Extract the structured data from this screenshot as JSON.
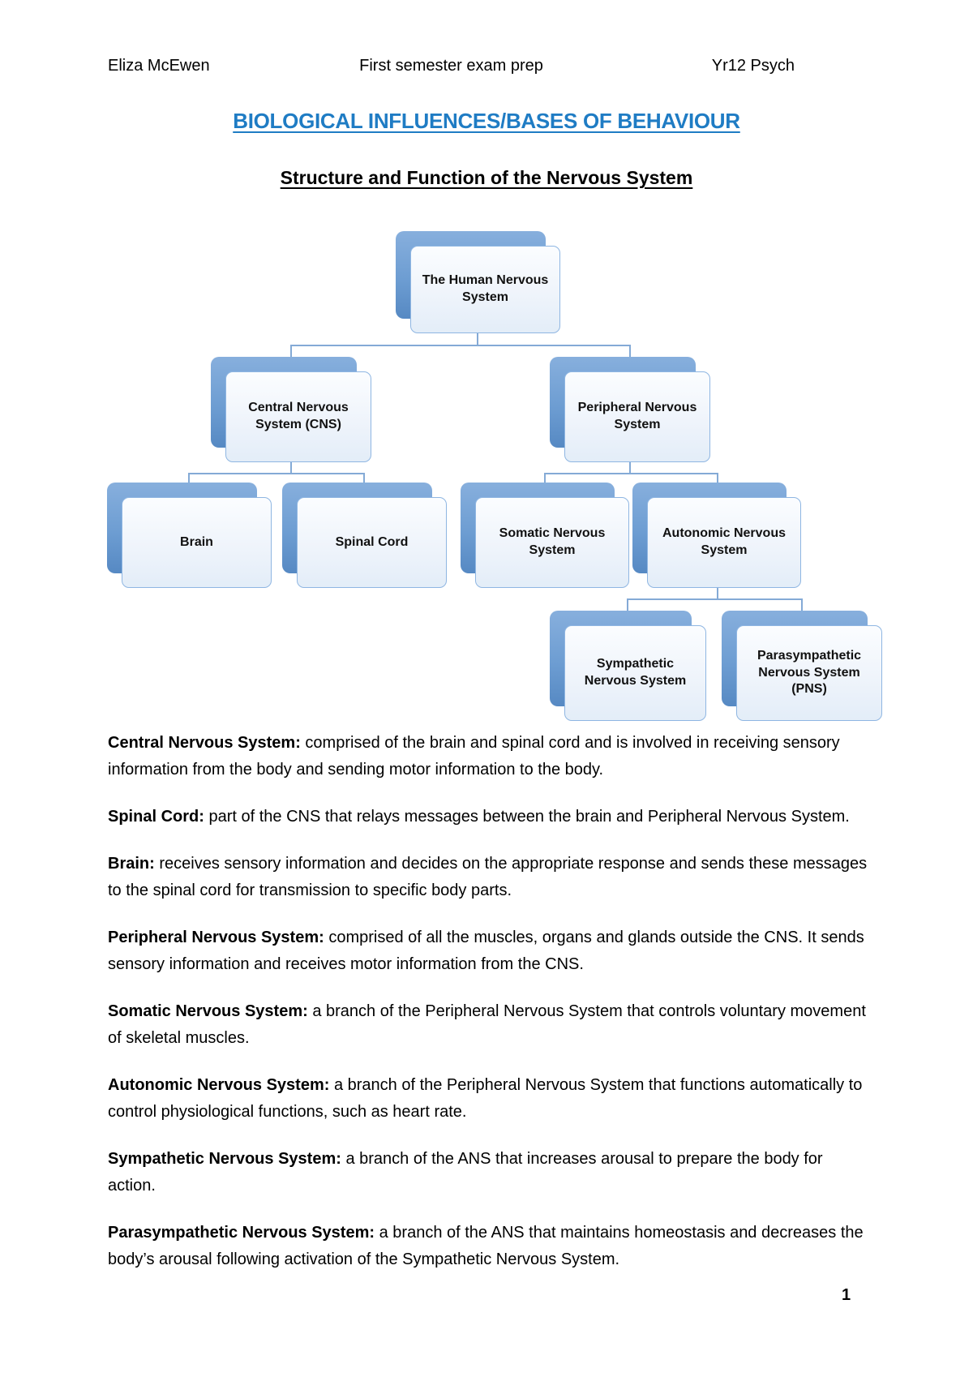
{
  "page": {
    "header": {
      "left": "Eliza McEwen",
      "center": "First semester exam prep",
      "right": "Yr12 Psych"
    },
    "title": "BIOLOGICAL INFLUENCES/BASES OF BEHAVIOUR",
    "subtitle": "Structure and Function of the Nervous System",
    "page_number": "1",
    "colors": {
      "title_blue": "#1F7CC4",
      "box_back_blue_top": "#87AFDD",
      "box_back_blue_bottom": "#5689C3",
      "box_front_fill": "#EFF4FB",
      "box_front_border": "#8FB6E2",
      "connector_blue": "#84AAD6"
    }
  },
  "diagram": {
    "nodes": [
      {
        "label": "The Human Nervous System"
      },
      {
        "label": "Central Nervous System (CNS)"
      },
      {
        "label": "Peripheral Nervous System"
      },
      {
        "label": "Brain"
      },
      {
        "label": "Spinal Cord"
      },
      {
        "label": "Somatic Nervous System"
      },
      {
        "label": "Autonomic Nervous System"
      },
      {
        "label": "Sympathetic Nervous System"
      },
      {
        "label": "Parasympathetic Nervous System (PNS)"
      }
    ]
  },
  "definitions": [
    {
      "term": "Central Nervous System:",
      "text": " comprised of the brain and spinal cord and is involved in receiving sensory information from the body and sending motor information to the body."
    },
    {
      "term": "Spinal Cord:",
      "text": " part of the CNS that relays messages between the brain and Peripheral Nervous System."
    },
    {
      "term": "Brain:",
      "text": " receives sensory information and decides on the appropriate response and sends these messages to the spinal cord for transmission to specific body parts."
    },
    {
      "term": "Peripheral Nervous System:",
      "text": " comprised of all the muscles, organs and glands outside the CNS. It sends sensory information and receives motor information from the CNS."
    },
    {
      "term": "Somatic Nervous System:",
      "text": " a branch of the Peripheral Nervous System that controls voluntary movement of skeletal muscles."
    },
    {
      "term": "Autonomic Nervous System:",
      "text": " a branch of the Peripheral Nervous System that functions automatically to control physiological functions, such as heart rate."
    },
    {
      "term": "Sympathetic Nervous System:",
      "text": " a branch of the ANS that increases arousal to prepare the body for action."
    },
    {
      "term": "Parasympathetic Nervous System:",
      "text": " a branch of the ANS that maintains homeostasis and decreases the body’s arousal following activation of the Sympathetic Nervous System."
    }
  ]
}
